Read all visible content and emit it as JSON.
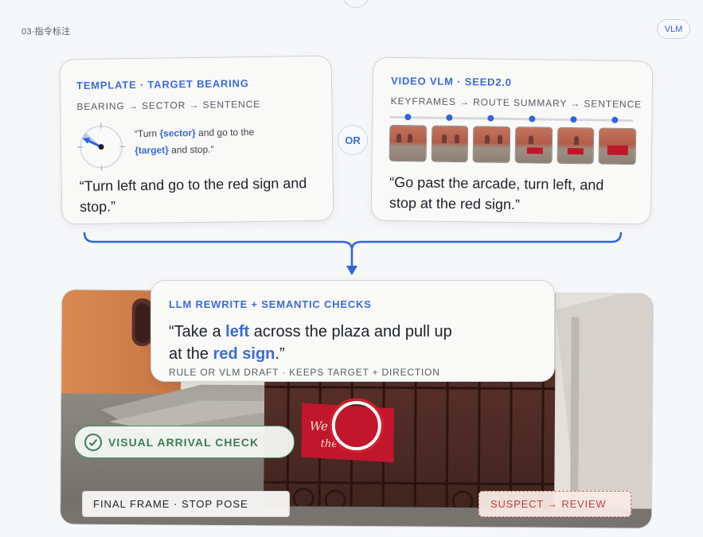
{
  "section_label": "03·指令标注",
  "tag": "VLM",
  "template_card": {
    "title": "TEMPLATE · TARGET BEARING",
    "subtitle": "BEARING → SECTOR → SENTENCE",
    "template_line1_pre": "“Turn ",
    "template_sector": "{sector}",
    "template_line1_post": " and go to the",
    "template_target": "{target}",
    "template_line2_post": " and stop.”",
    "output_quote": "“Turn left and go to the red sign and stop.”"
  },
  "or_label": "OR",
  "vlm_card": {
    "title": "VIDEO VLM · SEED2.0",
    "subtitle": "KEYFRAMES → ROUTE SUMMARY → SENTENCE",
    "keyframe_count": 6,
    "output_quote": "“Go past the arcade, turn left, and stop at the red sign.”"
  },
  "rewrite_card": {
    "title": "LLM REWRITE + SEMANTIC CHECKS",
    "quote_part1": "“Take a ",
    "quote_hl1": "left",
    "quote_part2": " across the plaza and pull up at the ",
    "quote_hl2": "red sign",
    "quote_part3": ".”",
    "note": "RULE OR VLM DRAFT · KEEPS TARGET + DIRECTION"
  },
  "arrival_check": "VISUAL ARRIVAL CHECK",
  "final_frame": "FINAL FRAME · STOP POSE",
  "suspect": "SUSPECT → REVIEW",
  "colors": {
    "accent_blue": "#3a6bdb",
    "check_green": "#3d7d55",
    "warn_red": "#c2443a"
  }
}
